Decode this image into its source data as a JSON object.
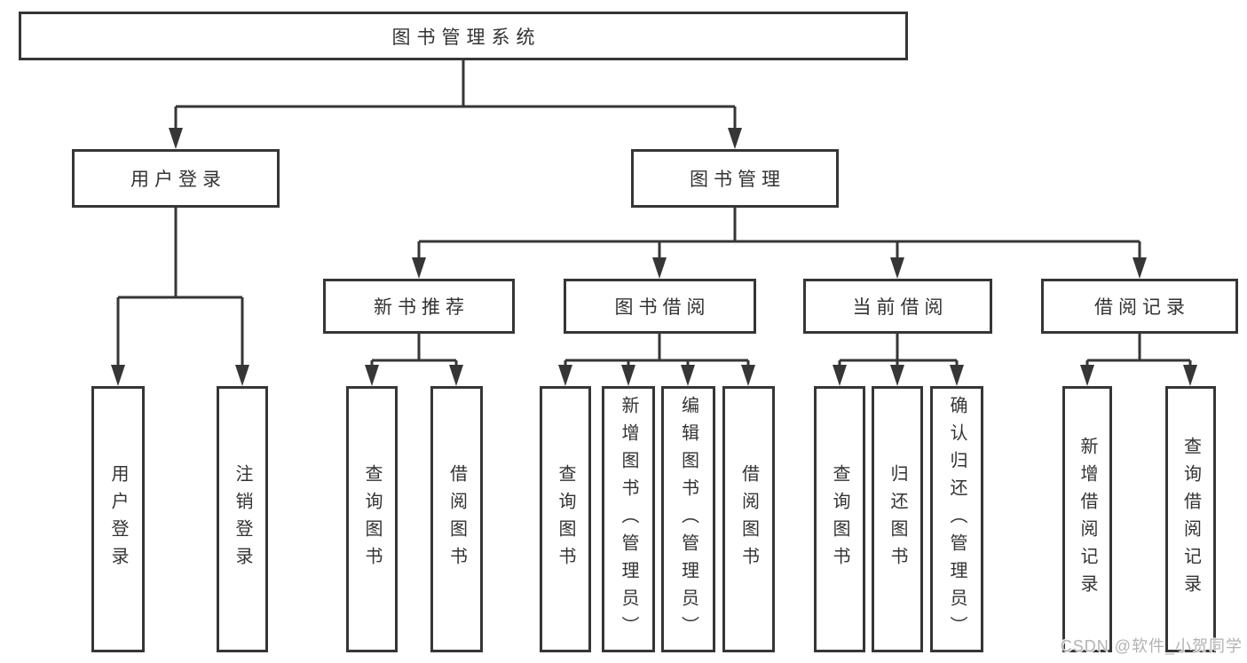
{
  "diagram": {
    "root": "图书管理系统",
    "level2": {
      "user_login": "用户登录",
      "book_management": "图书管理"
    },
    "level3": {
      "new_book_recommend": "新书推荐",
      "book_borrow": "图书借阅",
      "current_borrow": "当前借阅",
      "borrow_records": "借阅记录"
    },
    "leaves": {
      "a1": "用户登录",
      "a2": "注销登录",
      "b1": "查询图书",
      "b2": "借阅图书",
      "c1": "查询图书",
      "c2": "新增图书（管理员）",
      "c3": "编辑图书（管理员）",
      "c4": "借阅图书",
      "d1": "查询图书",
      "d2": "归还图书",
      "d3": "确认归还（管理员）",
      "e1": "新增借阅记录",
      "e2": "查询借阅记录"
    }
  },
  "watermark": "CSDN @软件_小贺同学",
  "colors": {
    "line": "#363636",
    "text": "#333333",
    "background": "#ffffff",
    "watermark": "#b3b3b3"
  }
}
